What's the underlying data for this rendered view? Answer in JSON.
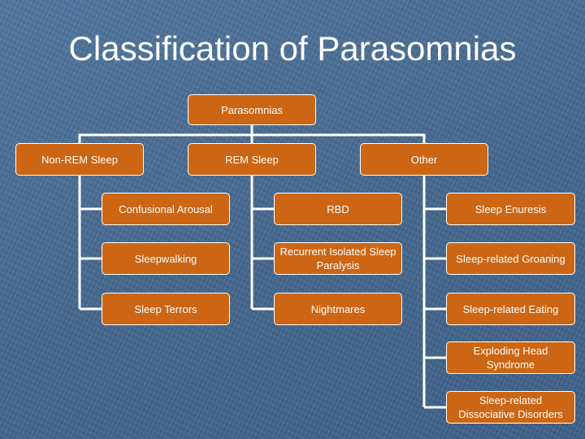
{
  "slide": {
    "title": "Classification of Parasomnias"
  },
  "colors": {
    "background": "#4a6d93",
    "node_fill": "#cc6614",
    "node_border": "#ffffff",
    "connector": "#ffffff",
    "text": "#ffffff"
  },
  "tree": {
    "root": "Parasomnias",
    "categories": {
      "non_rem": "Non-REM Sleep",
      "rem": "REM Sleep",
      "other": "Other"
    },
    "non_rem_items": [
      "Confusional Arousal",
      "Sleepwalking",
      "Sleep Terrors"
    ],
    "rem_items": [
      "RBD",
      "Recurrent Isolated Sleep Paralysis",
      "Nightmares"
    ],
    "other_items": [
      "Sleep Enuresis",
      "Sleep-related Groaning",
      "Sleep-related Eating",
      "Exploding Head Syndrome",
      "Sleep-related Dissociative Disorders"
    ]
  }
}
